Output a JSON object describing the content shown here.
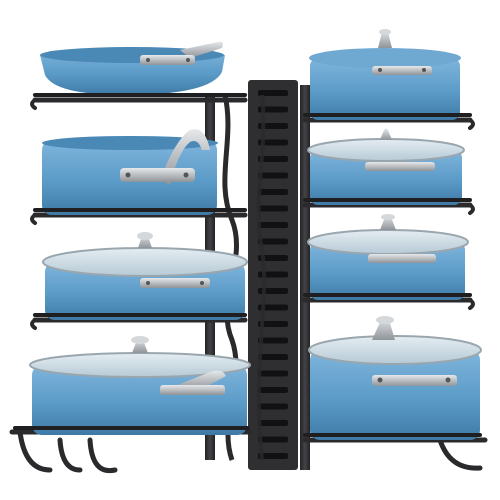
{
  "colors": {
    "background": "#ffffff",
    "pot_blue": "#5b9bc8",
    "pot_blue_dark": "#3f7aa6",
    "pot_blue_light": "#7fb5dc",
    "glass_lid": "#c9d9e3",
    "rack_dark": "#2c2c2e",
    "rack_mid": "#3a3a3d",
    "steel": "#b8bcc0"
  },
  "icons": [
    "pot-rack",
    "saute-pan",
    "stock-pot",
    "glass-lid",
    "lid-knob",
    "pan-handle"
  ]
}
